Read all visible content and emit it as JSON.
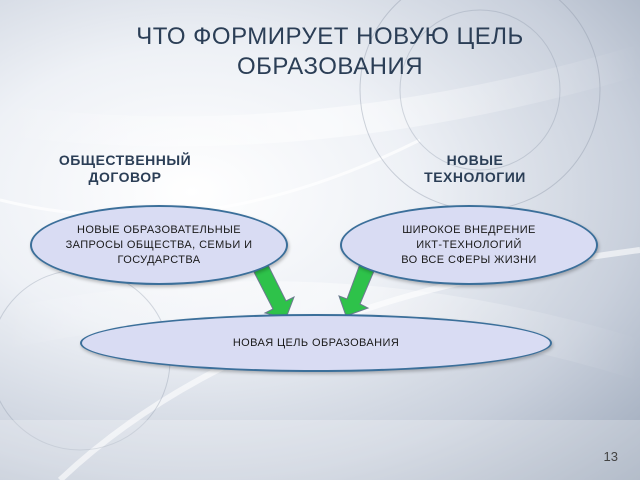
{
  "slide": {
    "title_line1": "ЧТО ФОРМИРУЕТ НОВУЮ ЦЕЛЬ",
    "title_line2": "ОБРАЗОВАНИЯ",
    "left_heading_line1": "ОБЩЕСТВЕННЫЙ",
    "left_heading_line2": "ДОГОВОР",
    "right_heading_line1": "НОВЫЕ",
    "right_heading_line2": "ТЕХНОЛОГИИ",
    "left_oval_line1": "НОВЫЕ ОБРАЗОВАТЕЛЬНЫЕ",
    "left_oval_line2": "ЗАПРОСЫ ОБЩЕСТВА, СЕМЬИ И",
    "left_oval_line3": "ГОСУДАРСТВА",
    "right_oval_line1": "ШИРОКОЕ ВНЕДРЕНИЕ",
    "right_oval_line2": "ИКТ-ТЕХНОЛОГИЙ",
    "right_oval_line3": "ВО ВСЕ СФЕРЫ ЖИЗНИ",
    "bottom_oval": "НОВАЯ ЦЕЛЬ ОБРАЗОВАНИЯ",
    "page_number": "13"
  },
  "colors": {
    "arrow_fill": "#2ec24a",
    "oval_fill": "#d9dcf3",
    "oval_border": "#3b6f9a",
    "title_color": "#2b3e56"
  }
}
